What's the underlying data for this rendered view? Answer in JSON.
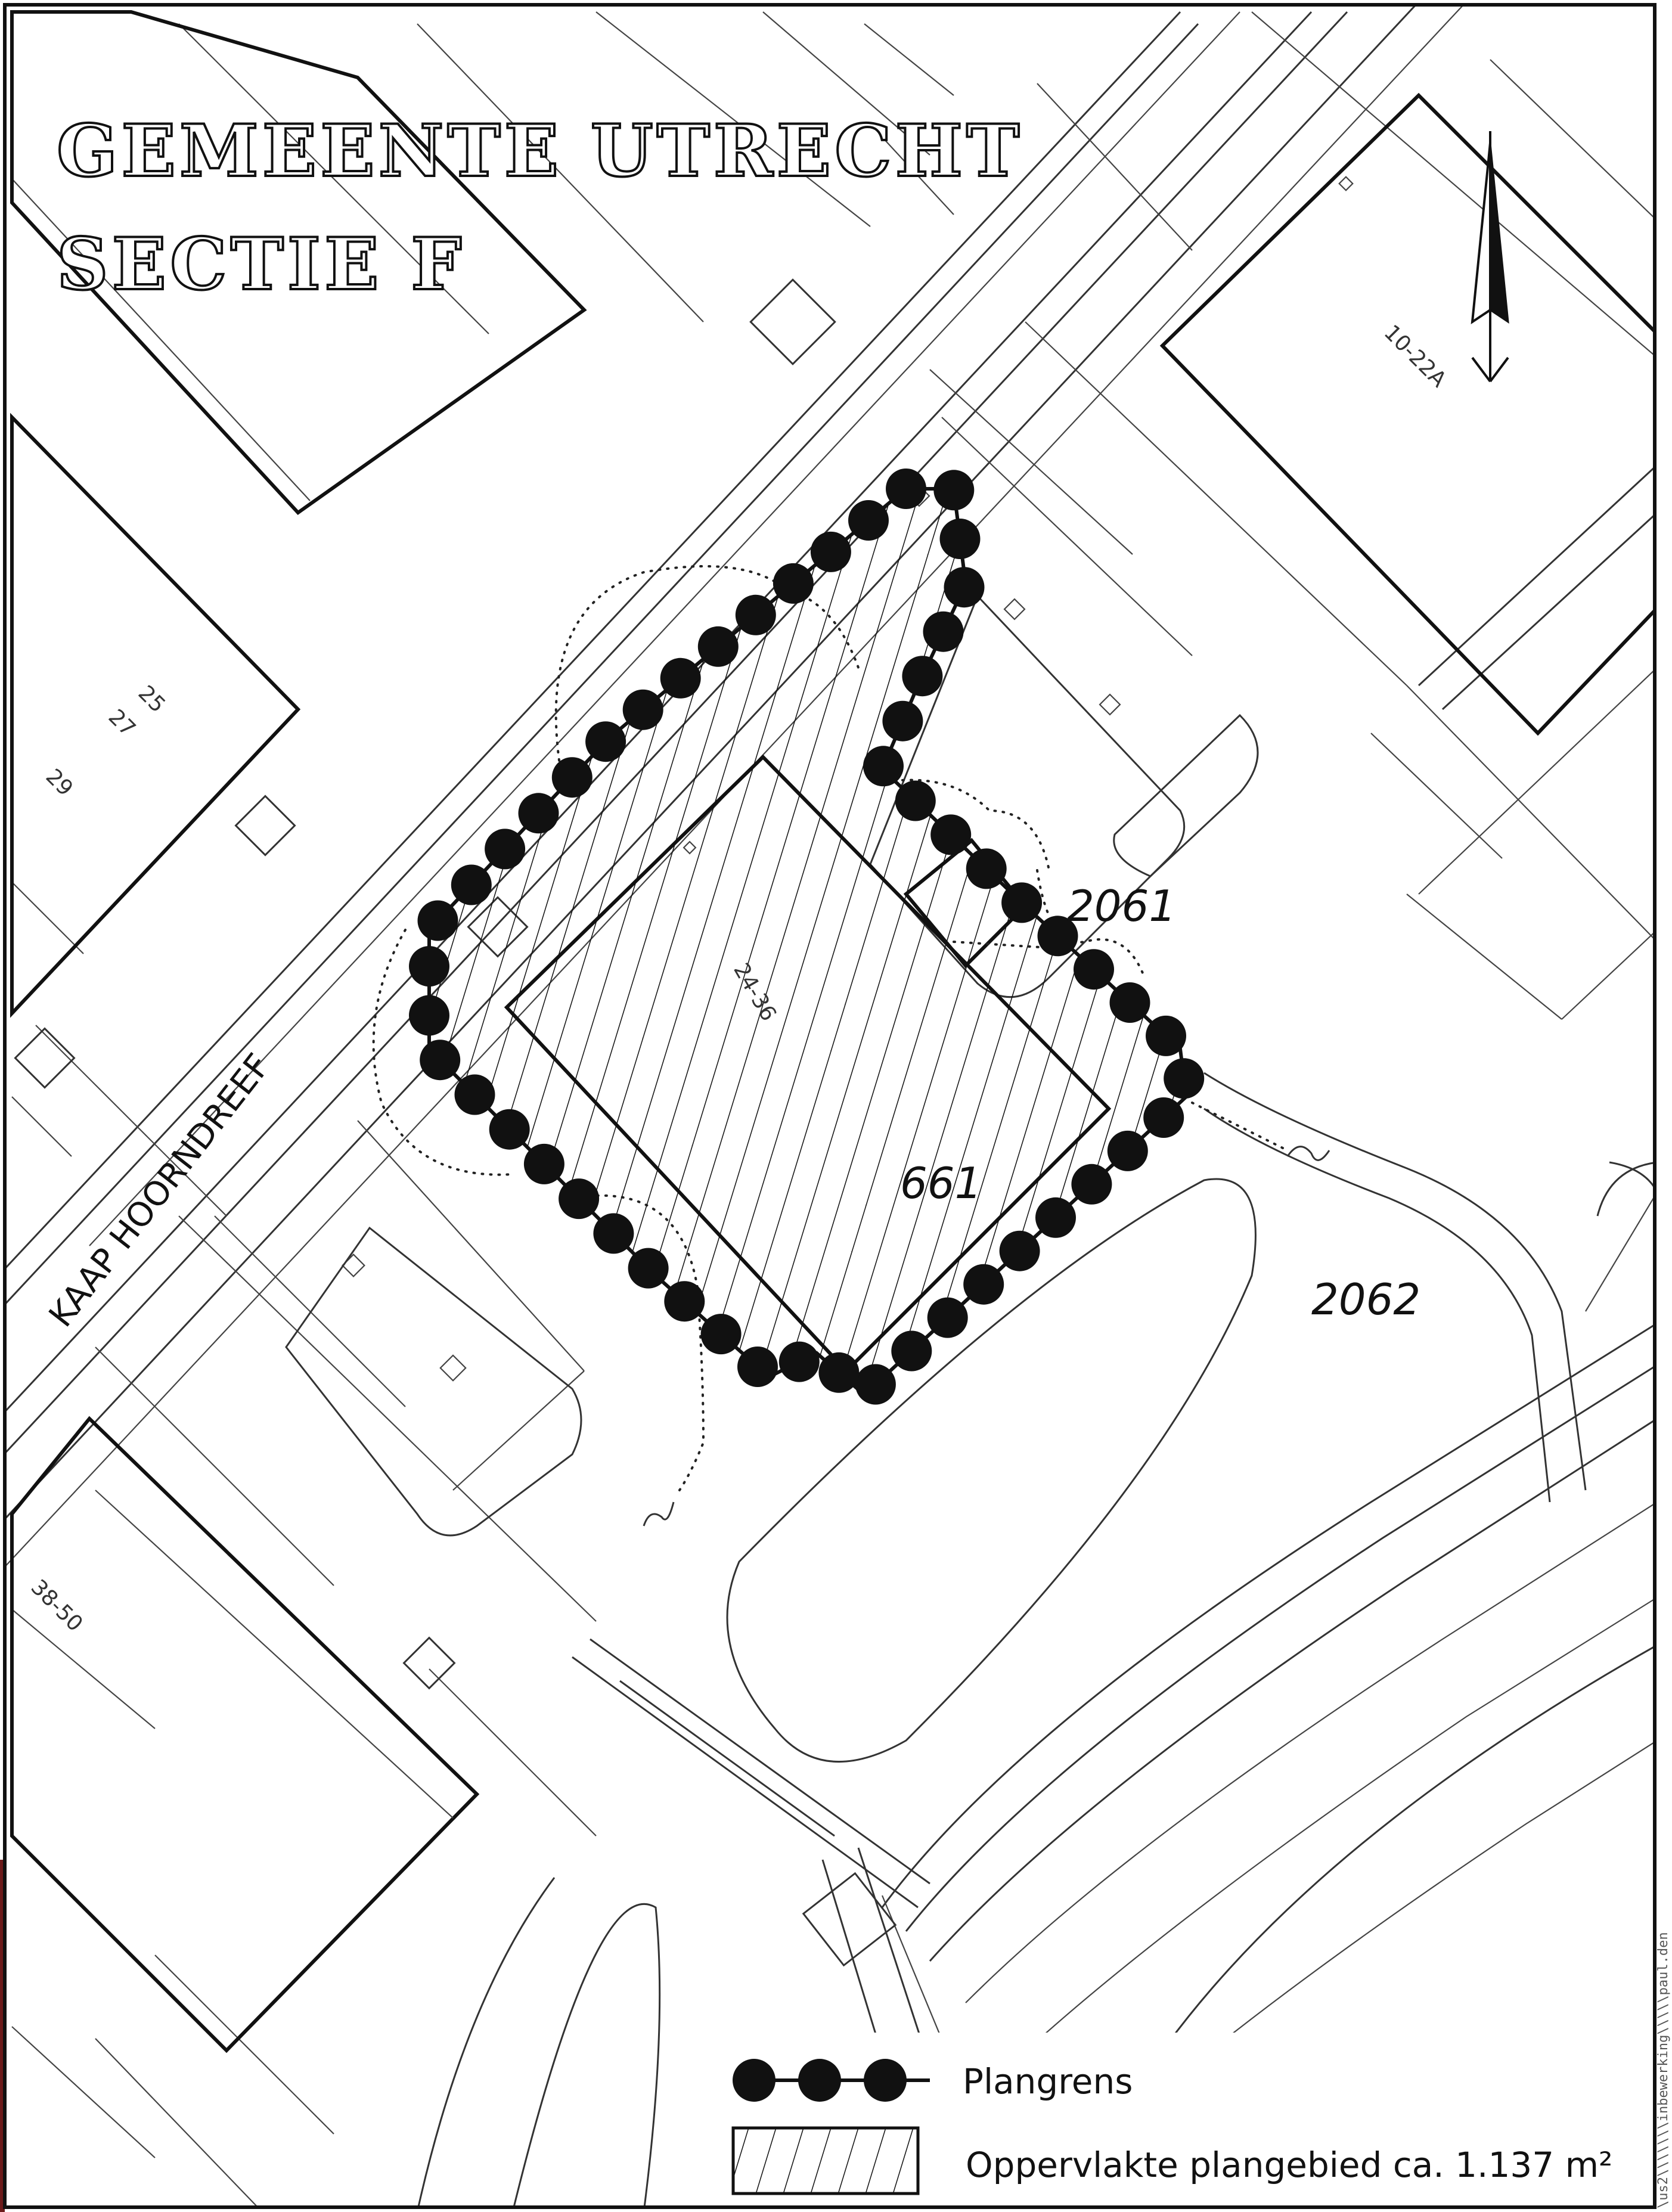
{
  "map": {
    "title_line1": "GEMEENTE UTRECHT",
    "title_line2": "SECTIE F",
    "road": "KAAP HOORNDREEF",
    "parcels": [
      "2061",
      "661",
      "2062"
    ],
    "house_numbers": [
      "10-22A",
      "25",
      "27",
      "29",
      "24-36",
      "38-50"
    ],
    "north_arrow_icon": "north-arrow-icon"
  },
  "legend": {
    "boundary_label": "Plangrens",
    "area_label": "Oppervlakte plangebied ca. 1.137 m²"
  },
  "side_note": "\\us2\\\\\\\\\\\\\\inbewerking\\\\\\\\\\paul.den",
  "colors": {
    "ink": "#111111",
    "paper": "#ffffff",
    "border_left": "#6b1a1a"
  }
}
